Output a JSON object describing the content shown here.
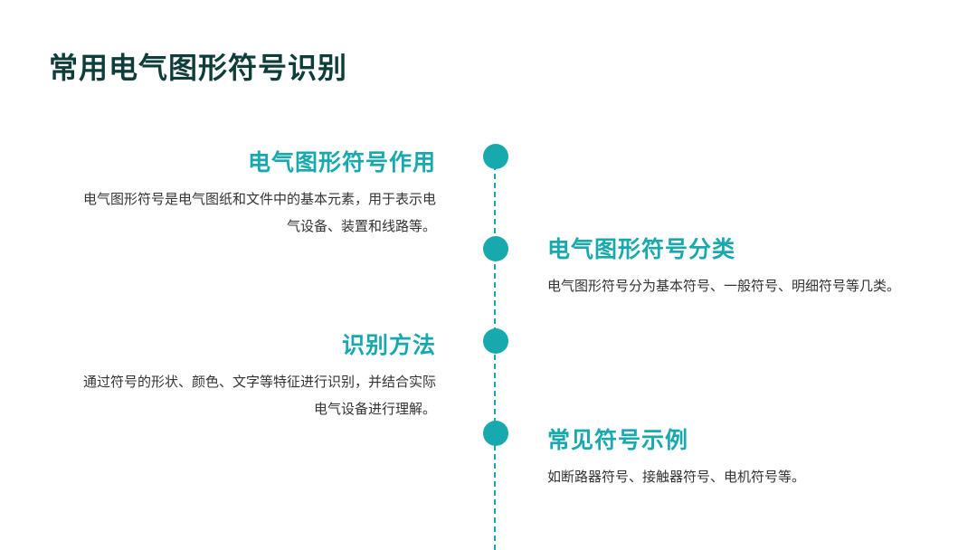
{
  "slide": {
    "title": "常用电气图形符号识别"
  },
  "timeline": {
    "items": [
      {
        "side": "left",
        "heading": "电气图形符号作用",
        "body": "电气图形符号是电气图纸和文件中的基本元素，用于表示电气设备、装置和线路等。"
      },
      {
        "side": "right",
        "heading": "电气图形符号分类",
        "body": "电气图形符号分为基本符号、一般符号、明细符号等几类。"
      },
      {
        "side": "left",
        "heading": "识别方法",
        "body": "通过符号的形状、颜色、文字等特征进行识别，并结合实际电气设备进行理解。"
      },
      {
        "side": "right",
        "heading": "常见符号示例",
        "body": "如断路器符号、接触器符号、电机符号等。"
      }
    ]
  },
  "colors": {
    "accent": "#17a9ae",
    "title": "#0f3d3a",
    "body_text": "#333333"
  }
}
